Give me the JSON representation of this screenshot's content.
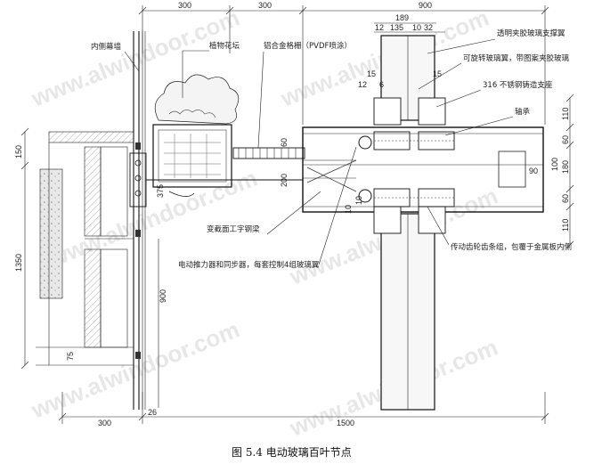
{
  "caption": "图 5.4 电动玻璃百叶节点",
  "watermark": "www.alwindoor.com",
  "dimensions": {
    "top": [
      "300",
      "300",
      "900"
    ],
    "top_sub": [
      "189",
      "12",
      "135",
      "10",
      "32"
    ],
    "side_left": [
      "150",
      "1350",
      "75"
    ],
    "bottom": [
      "300",
      "26",
      "1500"
    ],
    "right": [
      "110",
      "60",
      "100",
      "180",
      "90",
      "60",
      "110"
    ],
    "center": [
      "60",
      "200",
      "375",
      "900",
      "15",
      "12",
      "6",
      "15",
      "10",
      "10"
    ]
  },
  "labels": {
    "inner_curtain_wall": "内侧幕墙",
    "planter": "植物花坛",
    "aluminum_grille": "铝合金格栅（PVDF喷涂）",
    "clear_glass_wing": "透明夹胶玻璃支撑翼",
    "rotating_glass": "可旋转玻璃翼，带图案夹胶玻璃",
    "steel_bearing_seat": "316 不锈钢铸造支座",
    "bearing": "轴承",
    "i_beam": "变截面工字钢梁",
    "motor_sync": "电动推力器和同步器，每套控制4组玻璃翼",
    "gear_rack": "传动齿轮齿条组，包覆于金属板内侧"
  }
}
